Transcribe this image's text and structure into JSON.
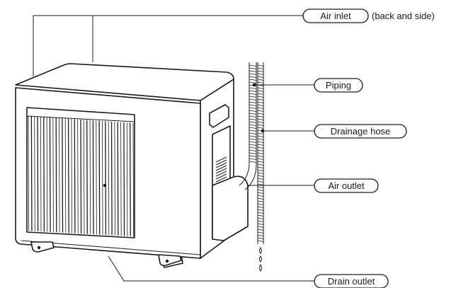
{
  "labels": {
    "air_inlet": "Air inlet",
    "air_inlet_note": "(back and side)",
    "piping": "Piping",
    "drainage_hose": "Drainage hose",
    "air_outlet": "Air outlet",
    "drain_outlet": "Drain outlet"
  },
  "colors": {
    "ink": "#1a1a1a",
    "background": "#ffffff"
  }
}
